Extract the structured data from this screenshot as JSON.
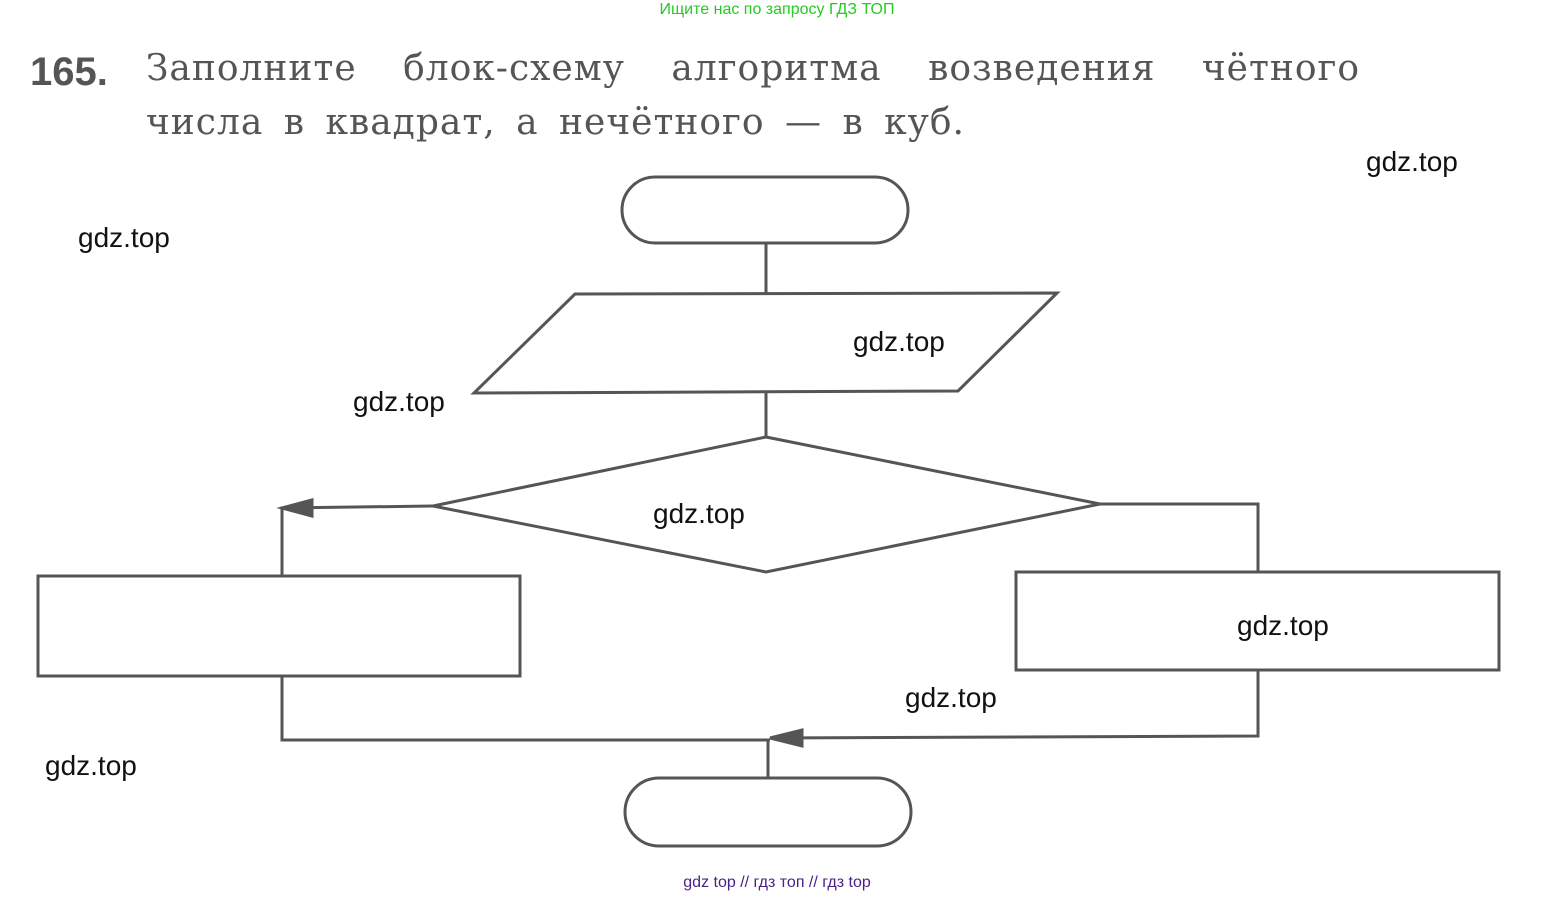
{
  "banner": "Ищите нас по запросу ГДЗ ТОП",
  "task": {
    "number": "165.",
    "line1": "Заполните блок-схему алгоритма возведения чётного",
    "line2": "числа в квадрат, а нечётного — в куб."
  },
  "watermarks": [
    "gdz.top",
    "gdz.top",
    "gdz.top",
    "gdz.top",
    "gdz.top",
    "gdz.top",
    "gdz.top",
    "gdz.top"
  ],
  "footer": "gdz top  //  гдз топ  //  гдз top",
  "colors": {
    "line": "#555555",
    "banner": "#22cc22",
    "footer": "#4b1f86"
  }
}
